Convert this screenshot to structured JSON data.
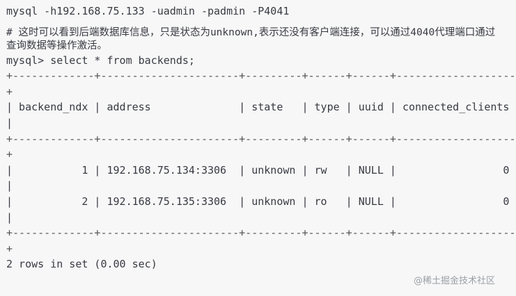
{
  "terminal": {
    "connect_command": "mysql -h192.168.75.133 -uadmin -padmin -P4041",
    "comment_line_1": "# 这时可以看到后端数据库信息，只是状态为unknown,表示还没有客户端连接，可以通过4040代理端口通过",
    "comment_line_2": "查询数据等操作激活。",
    "query": "mysql> select * from backends;",
    "border": "+-------------+----------------------+---------+------+------+-------------------",
    "border_wrap": "+",
    "header_row": "| backend_ndx | address              | state   | type | uuid | connected_clients",
    "header_wrap": "|",
    "rows": [
      {
        "text": "|           1 | 192.168.75.134:3306  | unknown | rw   | NULL |                 0",
        "wrap": "|"
      },
      {
        "text": "|           2 | 192.168.75.135:3306  | unknown | ro   | NULL |                 0",
        "wrap": "|"
      }
    ],
    "result_summary": "2 rows in set (0.00 sec)"
  },
  "watermark": {
    "text": "@稀土掘金技术社区"
  }
}
